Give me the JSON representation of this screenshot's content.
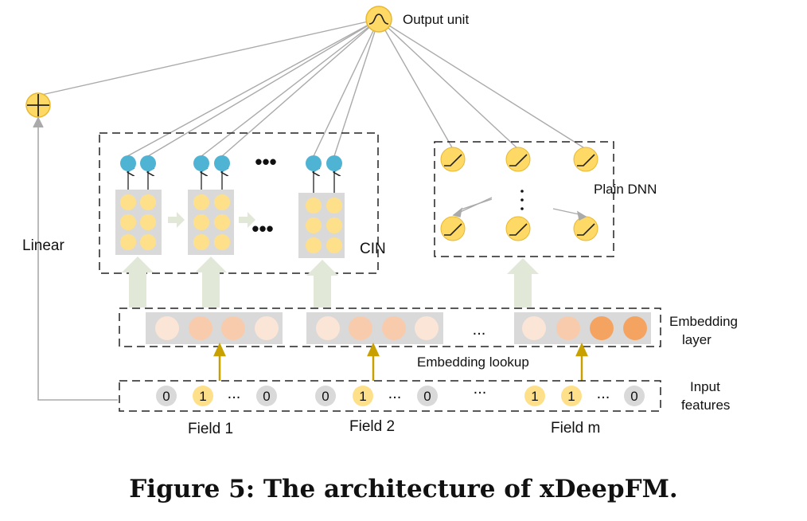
{
  "caption": "Figure 5: The architecture of xDeepFM.",
  "labels": {
    "output_unit": "Output unit",
    "linear": "Linear",
    "cin": "CIN",
    "plain_dnn": "Plain DNN",
    "embedding_layer_line1": "Embedding",
    "embedding_layer_line2": "layer",
    "embedding_lookup": "Embedding lookup",
    "input_features_line1": "Input",
    "input_features_line2": "features",
    "ellipsis": "...",
    "ellipsis_cin": "•••"
  },
  "fields": [
    {
      "name": "Field 1",
      "values": [
        "0",
        "1",
        "0"
      ]
    },
    {
      "name": "Field 2",
      "values": [
        "0",
        "1",
        "0"
      ]
    },
    {
      "name": "Field m",
      "values": [
        "1",
        "1",
        "0"
      ]
    }
  ],
  "colors": {
    "unit_yellow": "#ffd966",
    "unit_stroke": "#e8b830",
    "cin_output_blue": "#4fb3d4",
    "feature_zero": "#d9d9d9",
    "embed_light": "#fbe5d6",
    "embed_mid": "#f8cbad",
    "embed_dark": "#f4a460",
    "lookup_arrow": "#c8a000",
    "wide_arrow": "#e2e8d8",
    "line_gray": "#aaaaaa"
  }
}
